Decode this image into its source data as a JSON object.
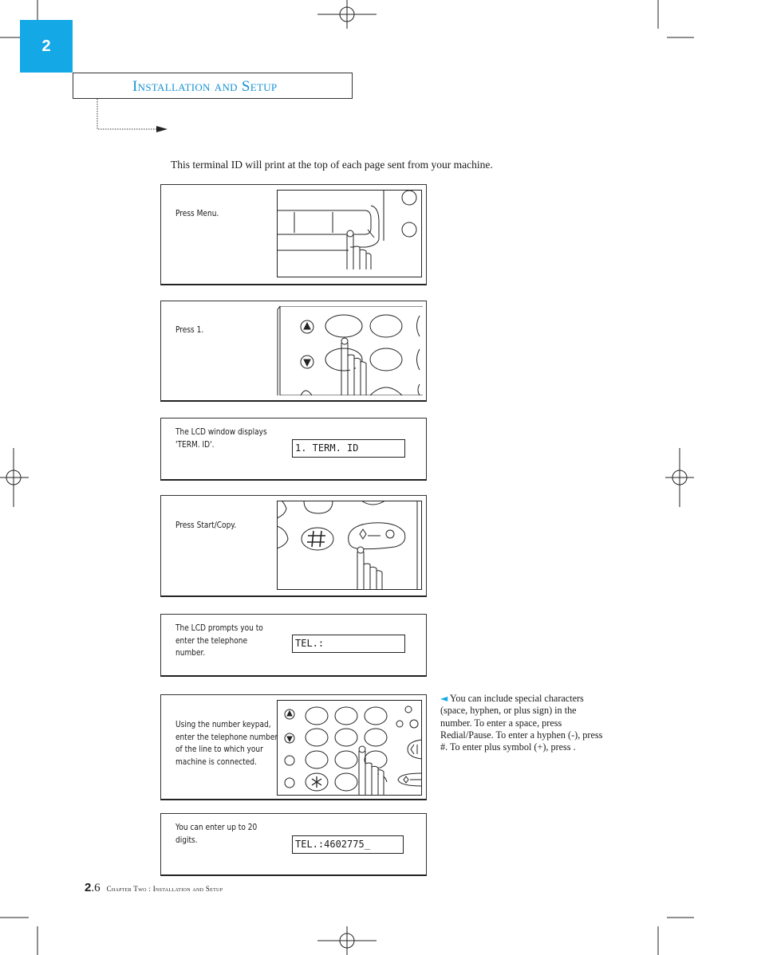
{
  "chapter_tab": "2",
  "section_title": "Installation and Setup",
  "intro": "This terminal ID will print at the top of each page sent from your machine.",
  "steps": [
    {
      "text": "Press Menu."
    },
    {
      "text": "Press 1."
    },
    {
      "text": "The LCD window displays 'TERM. ID'.",
      "lcd": "1. TERM. ID"
    },
    {
      "text": "Press Start/Copy."
    },
    {
      "text": "The LCD prompts you to enter the telephone number.",
      "lcd": "TEL.:"
    },
    {
      "text": "Using the number keypad, enter the telephone number of the line to which your machine is connected."
    },
    {
      "text": "You can enter up to 20 digits.",
      "lcd": "TEL.:4602775_"
    }
  ],
  "note": {
    "arrow": "◄",
    "text": " You can include special characters (space, hyphen, or plus sign) in the number. To enter a space, press Redial/Pause. To enter a hyphen (-), press #. To enter plus symbol (+), press    ."
  },
  "footer": {
    "page_major": "2",
    "page_minor": ".6",
    "text": "Chapter Two : Installation and Setup"
  },
  "colors": {
    "accent": "#15a8e6",
    "title": "#1592d4"
  }
}
